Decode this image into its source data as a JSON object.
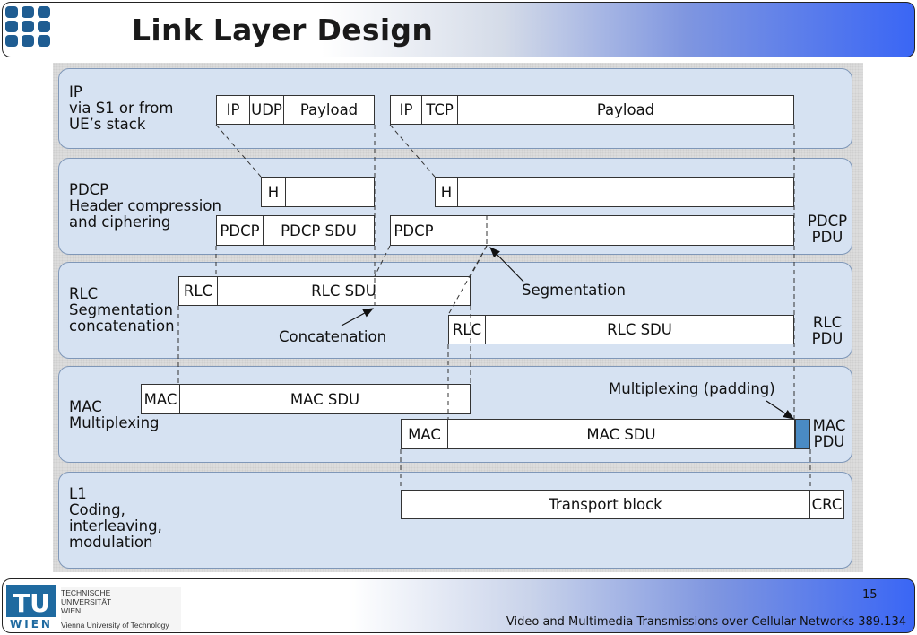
{
  "slide": {
    "title": "Link Layer Design",
    "page_number": "15",
    "course": "Video and Multimedia Transmissions over Cellular Networks 389.134"
  },
  "university": {
    "line1": "TECHNISCHE",
    "line2": "UNIVERSITÄT",
    "line3": "WIEN",
    "line4": "Vienna University of Technology",
    "logo_top": "TU",
    "logo_bottom": "WIEN"
  },
  "colors": {
    "layer_fill": "#d6e2f2",
    "padding_fill": "#4a8bc4",
    "logo_blue": "#1f5d92"
  },
  "layers": {
    "ip": {
      "label": "IP\nvia S1 or from\nUE’s stack"
    },
    "pdcp": {
      "label": "PDCP\nHeader compression\nand ciphering",
      "pdu": "PDCP\nPDU"
    },
    "rlc": {
      "label": "RLC\nSegmentation\nconcatenation",
      "pdu": "RLC\nPDU"
    },
    "mac": {
      "label": "MAC\nMultiplexing",
      "pdu": "MAC\nPDU"
    },
    "l1": {
      "label": "L1\nCoding,\ninterleaving,\nmodulation"
    }
  },
  "boxes": {
    "ip1": {
      "ip": "IP",
      "udp": "UDP",
      "payload": "Payload"
    },
    "ip2": {
      "ip": "IP",
      "tcp": "TCP",
      "payload": "Payload"
    },
    "pdcp_h1": "H",
    "pdcp_h2": "H",
    "pdcp1": {
      "hdr": "PDCP",
      "sdu": "PDCP SDU"
    },
    "pdcp2": {
      "hdr": "PDCP"
    },
    "rlc1": {
      "hdr": "RLC",
      "sdu": "RLC SDU"
    },
    "rlc2": {
      "hdr": "RLC",
      "sdu": "RLC SDU"
    },
    "mac1": {
      "hdr": "MAC",
      "sdu": "MAC SDU"
    },
    "mac2": {
      "hdr": "MAC",
      "sdu": "MAC SDU"
    },
    "l1": {
      "block": "Transport block",
      "crc": "CRC"
    }
  },
  "annotations": {
    "segmentation": "Segmentation",
    "concatenation": "Concatenation",
    "multiplexing": "Multiplexing (padding)"
  }
}
